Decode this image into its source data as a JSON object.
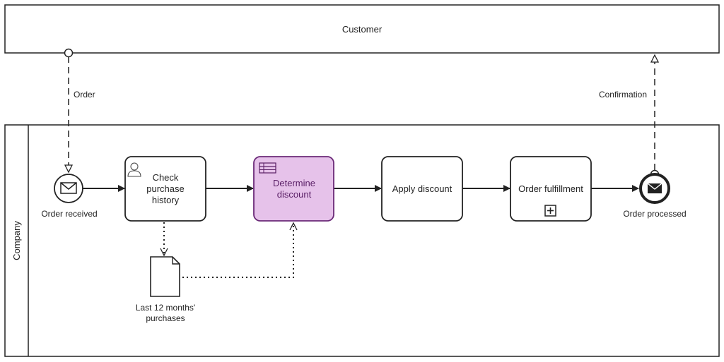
{
  "pools": {
    "customer": {
      "label": "Customer"
    },
    "company": {
      "label": "Company"
    }
  },
  "message_flows": {
    "order": {
      "label": "Order"
    },
    "confirmation": {
      "label": "Confirmation"
    }
  },
  "events": {
    "start": {
      "label": "Order received",
      "icon": "envelope-icon"
    },
    "end": {
      "label": "Order processed",
      "icon": "envelope-filled-icon"
    }
  },
  "tasks": {
    "check": {
      "lines": [
        "Check",
        "purchase",
        "history"
      ],
      "icon": "user-icon"
    },
    "determine": {
      "lines": [
        "Determine",
        "discount"
      ],
      "icon": "table-icon"
    },
    "apply": {
      "lines": [
        "Apply discount"
      ]
    },
    "fulfill": {
      "lines": [
        "Order fulfillment"
      ],
      "icon": "subprocess-plus-icon"
    }
  },
  "data_object": {
    "lines": [
      "Last 12 months'",
      "purchases"
    ],
    "icon": "document-icon"
  },
  "colors": {
    "stroke": "#222222",
    "highlight_fill": "#e6c2ea",
    "highlight_stroke": "#6b2a78",
    "highlight_text": "#5a1f66"
  }
}
